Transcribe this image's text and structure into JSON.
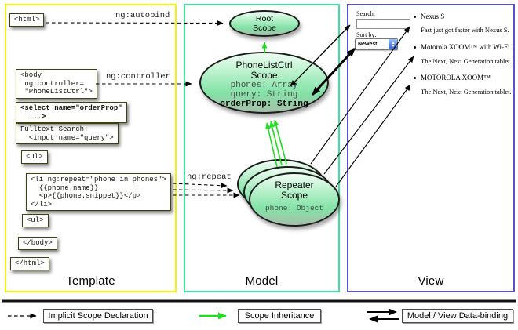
{
  "panels": {
    "template": {
      "label": "Template"
    },
    "model": {
      "label": "Model"
    },
    "view": {
      "label": "View"
    }
  },
  "template_code": {
    "html_open": "<html>",
    "body_open": "<body\n ng:controller=\n \"PhoneListCtrl\">",
    "select": "<select name=\"orderProp\"\n  ...>",
    "fulltext": "Fulltext Search:\n  <input name=\"query\">",
    "ul_open": "<ul>",
    "li_repeat": "<li ng:repeat=\"phone in phones\">\n  {{phone.name}}\n  <p>{{phone.snippet}}</p>\n</li>",
    "ul_open_2": "<ul>",
    "body_close": "</body>",
    "html_close": "</html>"
  },
  "directive_labels": {
    "autobind": "ng:autobind",
    "controller": "ng:controller",
    "repeat": "ng:repeat"
  },
  "scopes": {
    "root": {
      "line1": "Root",
      "line2": "Scope"
    },
    "phone_list_ctrl": {
      "line1": "PhoneListCtrl",
      "line2": "Scope",
      "prop1": "phones: Array",
      "prop2": "query: String",
      "prop3": "orderProp: String"
    },
    "repeater": {
      "line1": "Repeater",
      "line2": "Scope",
      "prop1": "phone: Object"
    }
  },
  "view": {
    "search_label": "Search:",
    "search_value": "",
    "sort_label": "Sort by:",
    "sort_value": "Newest",
    "items": [
      {
        "title": "Nexus S",
        "desc": "Fast just got faster with Nexus S."
      },
      {
        "title": "Motorola XOOM™ with Wi-Fi",
        "desc": "The Next, Next Generation tablet."
      },
      {
        "title": "MOTOROLA XOOM™",
        "desc": "The Next, Next Generation tablet."
      }
    ]
  },
  "legend": {
    "implicit": "Implicit Scope Declaration",
    "inheritance": "Scope Inheritance",
    "databinding": "Model / View Data-binding"
  },
  "colors": {
    "template_border": "#f2f20c",
    "model_border": "#3fe39c",
    "view_border": "#5a50d6",
    "inheritance_green": "#1ede1e"
  }
}
